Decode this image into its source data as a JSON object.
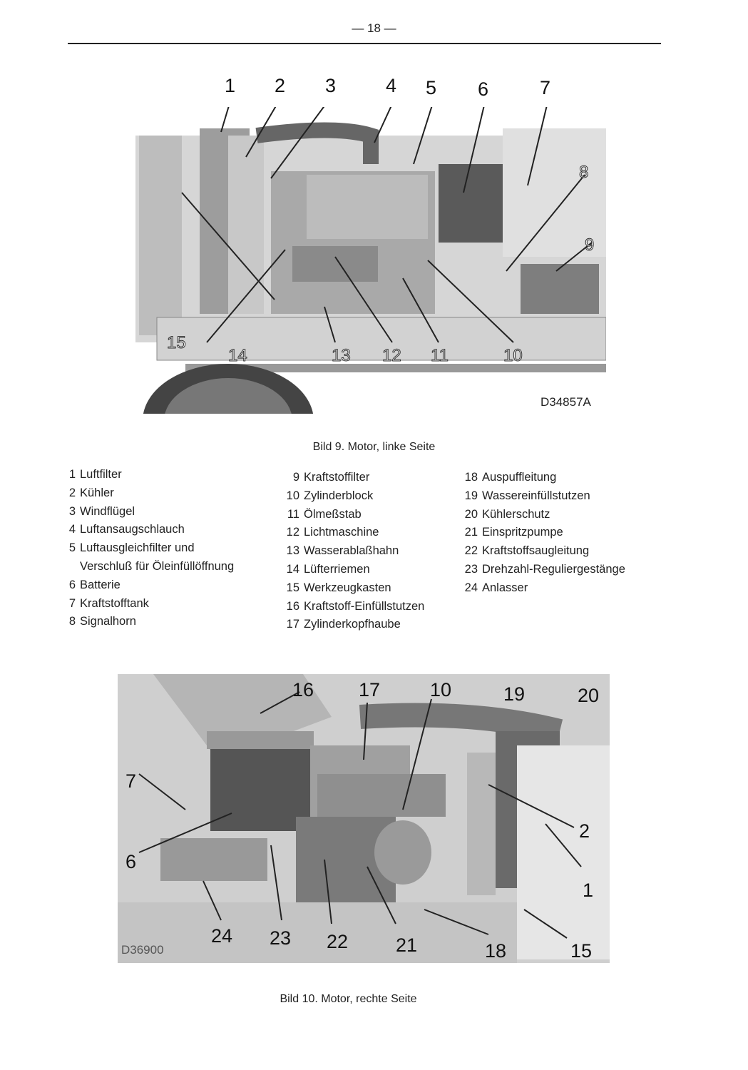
{
  "page_number": "— 18 —",
  "figure9": {
    "caption": "Bild 9. Motor, linke Seite",
    "code": "D34857A",
    "callouts": [
      "1",
      "2",
      "3",
      "4",
      "5",
      "6",
      "7",
      "8",
      "9",
      "10",
      "11",
      "12",
      "13",
      "14",
      "15"
    ]
  },
  "figure10": {
    "caption": "Bild 10. Motor, rechte Seite",
    "code": "D36900",
    "callouts": [
      "16",
      "17",
      "10",
      "19",
      "20",
      "7",
      "2",
      "6",
      "1",
      "24",
      "23",
      "22",
      "21",
      "18",
      "15"
    ]
  },
  "legend": {
    "col1": [
      {
        "n": "1",
        "t": "Luftfilter"
      },
      {
        "n": "2",
        "t": "Kühler"
      },
      {
        "n": "3",
        "t": "Windflügel"
      },
      {
        "n": "4",
        "t": "Luftansaugschlauch"
      },
      {
        "n": "5",
        "t": "Luftausgleichfilter und",
        "cont": "Verschluß für Öleinfüllöffnung"
      },
      {
        "n": "6",
        "t": "Batterie"
      },
      {
        "n": "7",
        "t": "Kraftstofftank"
      },
      {
        "n": "8",
        "t": "Signalhorn"
      }
    ],
    "col2": [
      {
        "n": "9",
        "t": "Kraftstoffilter"
      },
      {
        "n": "10",
        "t": "Zylinderblock"
      },
      {
        "n": "11",
        "t": "Ölmeßstab"
      },
      {
        "n": "12",
        "t": "Lichtmaschine"
      },
      {
        "n": "13",
        "t": "Wasserablaßhahn"
      },
      {
        "n": "14",
        "t": "Lüfterriemen"
      },
      {
        "n": "15",
        "t": "Werkzeugkasten"
      },
      {
        "n": "16",
        "t": "Kraftstoff-Einfüllstutzen"
      },
      {
        "n": "17",
        "t": "Zylinderkopfhaube"
      }
    ],
    "col3": [
      {
        "n": "18",
        "t": "Auspuffleitung"
      },
      {
        "n": "19",
        "t": "Wassereinfüllstutzen"
      },
      {
        "n": "20",
        "t": "Kühlerschutz"
      },
      {
        "n": "21",
        "t": "Einspritzpumpe"
      },
      {
        "n": "22",
        "t": "Kraftstoffsaugleitung"
      },
      {
        "n": "23",
        "t": "Drehzahl-Reguliergestänge"
      },
      {
        "n": "24",
        "t": "Anlasser"
      }
    ]
  }
}
